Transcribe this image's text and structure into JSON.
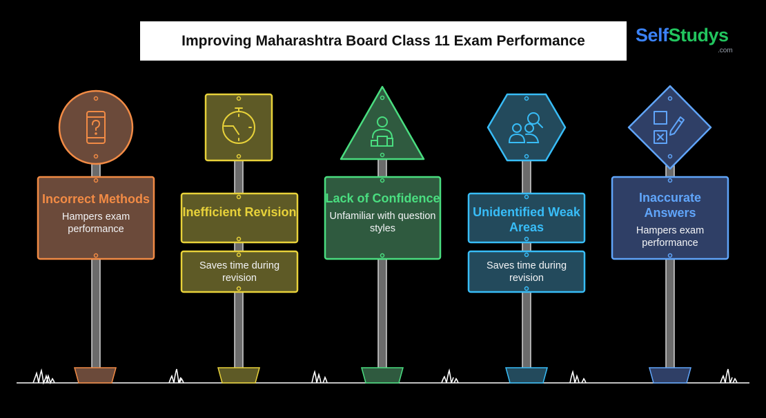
{
  "title": "Improving Maharashtra Board Class 11 Exam Performance",
  "logo": {
    "part1": "Self",
    "part2": "Studys",
    "suffix": ".com"
  },
  "signs": [
    {
      "heading": "Incorrect Methods",
      "description": "Hampers exam performance",
      "color": "#f28b45",
      "icon": "phone-question-icon"
    },
    {
      "heading": "Inefficient Revision",
      "description": "Saves time during revision",
      "color": "#e8d23a",
      "icon": "clock-icon"
    },
    {
      "heading": "Lack of Confidence",
      "description": "Unfamiliar with question styles",
      "color": "#4ade80",
      "icon": "person-podium-icon"
    },
    {
      "heading": "Unidentified Weak Areas",
      "description": "Saves time during revision",
      "color": "#38bdf8",
      "icon": "users-search-icon"
    },
    {
      "heading": "Inaccurate Answers",
      "description": "Hampers exam performance",
      "color": "#60a5fa",
      "icon": "checklist-pencil-icon"
    }
  ]
}
